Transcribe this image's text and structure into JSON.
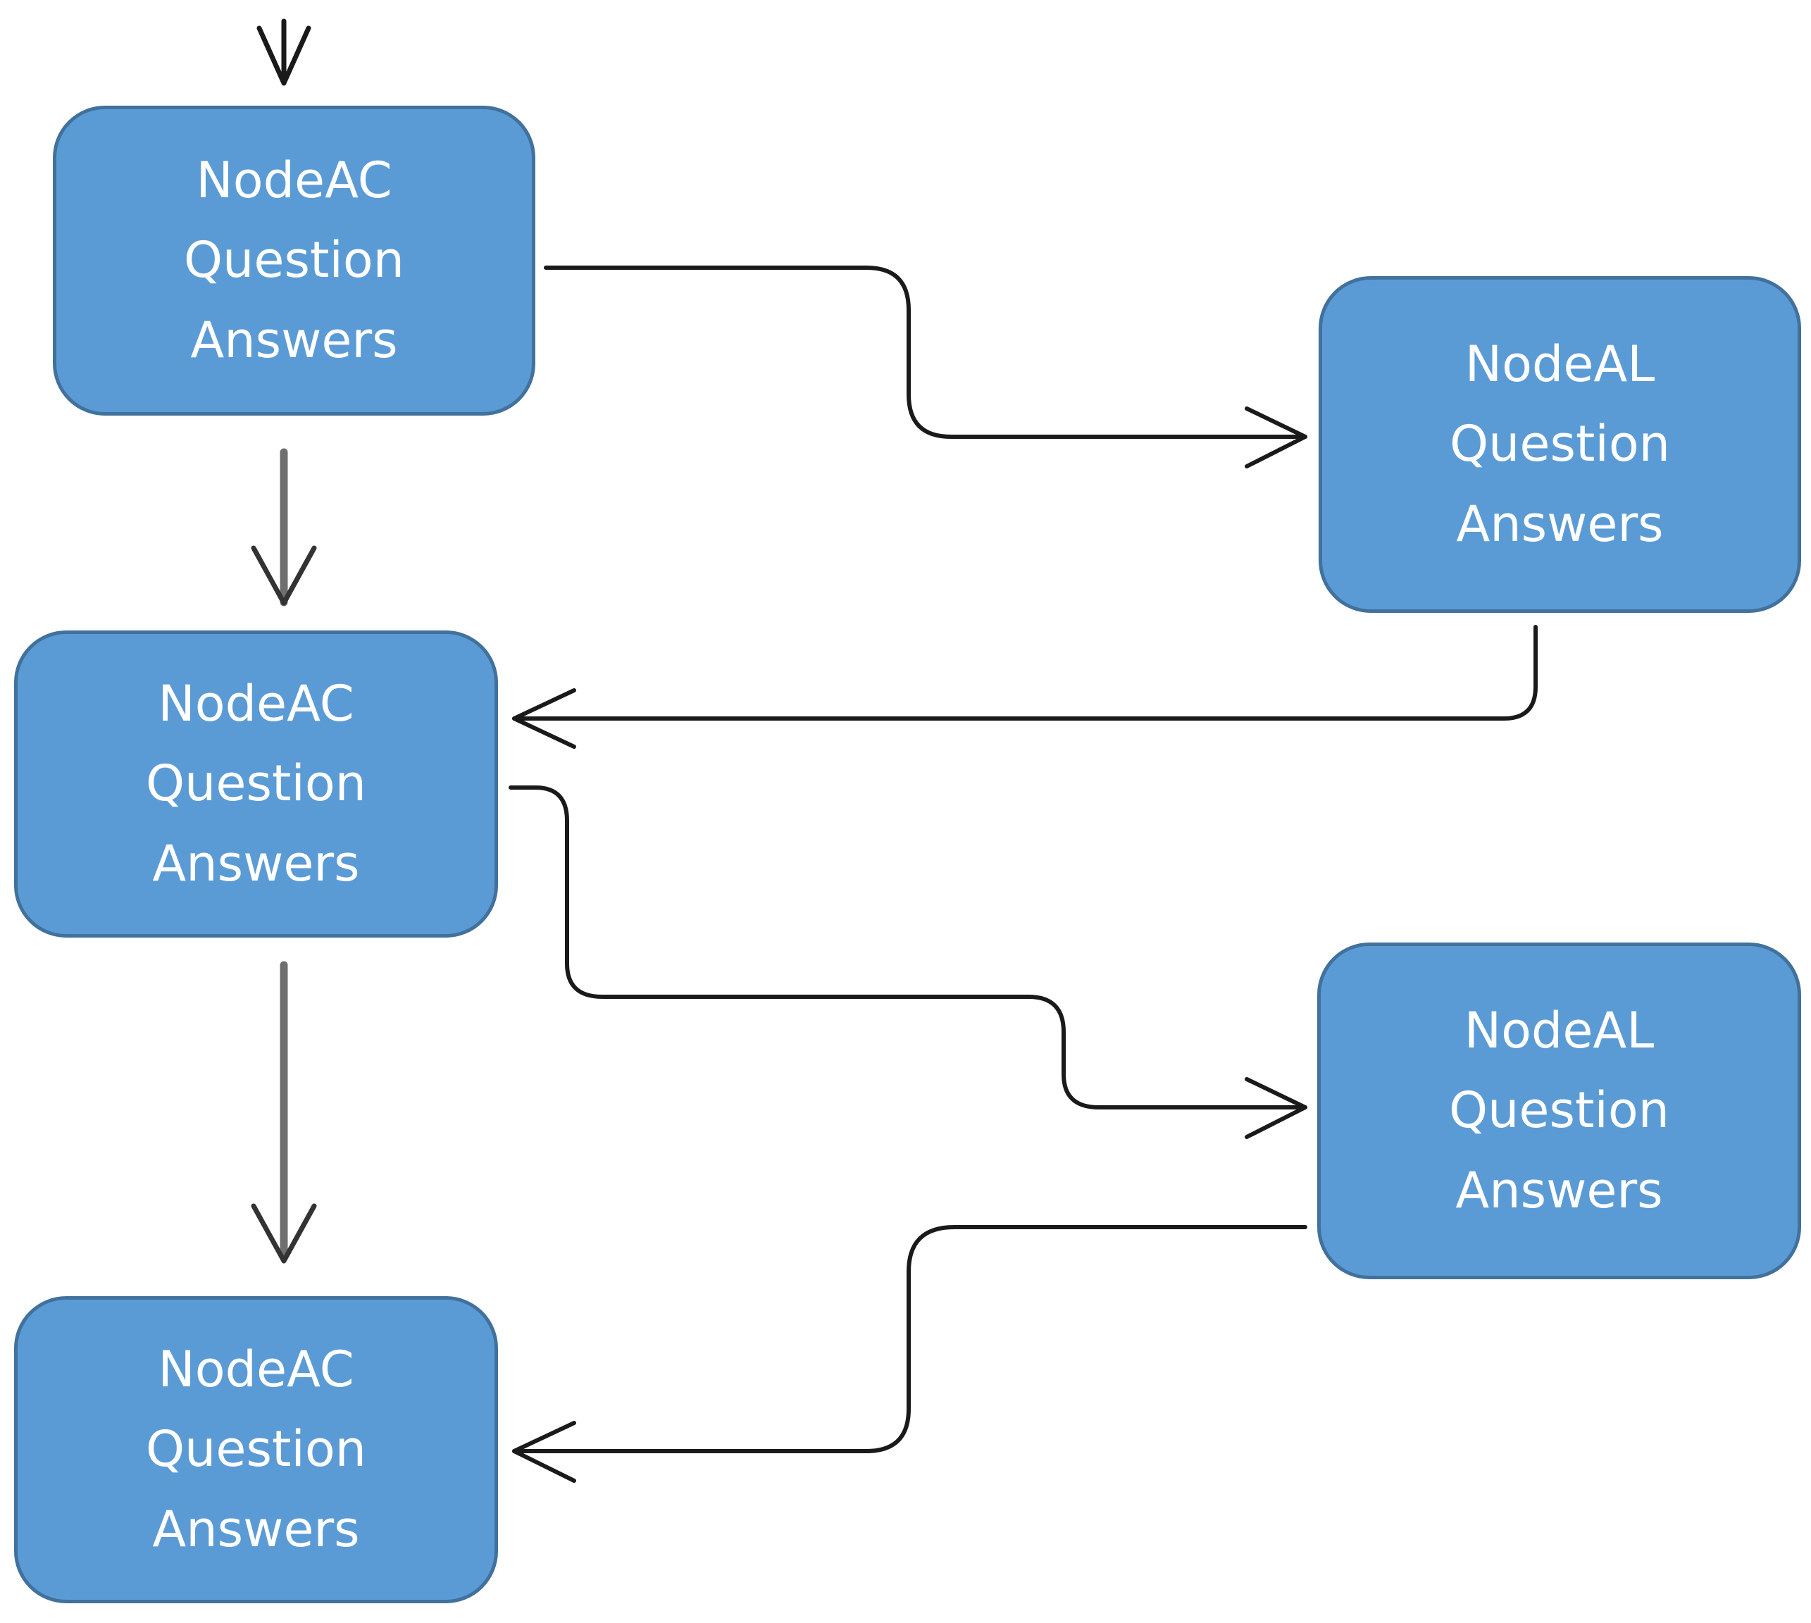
{
  "nodes": [
    {
      "title": "NodeAC",
      "line2": "Question",
      "line3": "Answers"
    },
    {
      "title": "NodeAL",
      "line2": "Question",
      "line3": "Answers"
    },
    {
      "title": "NodeAC",
      "line2": "Question",
      "line3": "Answers"
    },
    {
      "title": "NodeAL",
      "line2": "Question",
      "line3": "Answers"
    },
    {
      "title": "NodeAC",
      "line2": "Question",
      "line3": "Answers"
    }
  ],
  "colors": {
    "node_fill": "#5b9bd5",
    "node_border": "#41719c",
    "node_text": "#ffffff",
    "connector_dark": "#1a1a1a",
    "connector_gray": "#6f6f6f"
  }
}
